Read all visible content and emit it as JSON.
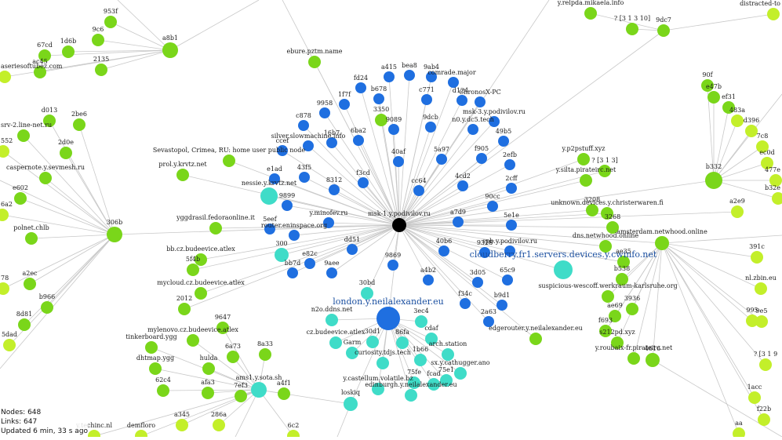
{
  "colors": {
    "edge": "#c8c8c8",
    "root": "#000000",
    "blue": "#1f6fe0",
    "teal": "#3fdcc8",
    "lime": "#7ad61a",
    "lime_light": "#c3ef2a",
    "label": "#1a1a1a"
  },
  "stats": {
    "nodes": "Nodes: 648",
    "links": "Links: 647",
    "updated": "Updated 6 min, 33 s ago"
  },
  "graph": {
    "nodes": [
      {
        "id": "root",
        "label": "msk-1.y.podivilov.ru",
        "c": "root"
      },
      {
        "id": "b1",
        "label": "a415",
        "c": "blue"
      },
      {
        "id": "b2",
        "label": "bea8",
        "c": "blue"
      },
      {
        "id": "b3",
        "label": "9ab4",
        "c": "blue"
      },
      {
        "id": "b4",
        "label": "comrade.major",
        "c": "blue"
      },
      {
        "id": "b5",
        "label": "fd24",
        "c": "blue"
      },
      {
        "id": "b6",
        "label": "b678",
        "c": "blue"
      },
      {
        "id": "b7",
        "label": "c771",
        "c": "blue"
      },
      {
        "id": "b8",
        "label": "d124",
        "c": "blue"
      },
      {
        "id": "b9",
        "label": "ChronosX-PC",
        "c": "blue"
      },
      {
        "id": "b10",
        "label": "1f7f",
        "c": "blue"
      },
      {
        "id": "b11",
        "label": "9958",
        "c": "blue"
      },
      {
        "id": "b12",
        "label": "c878",
        "c": "blue"
      },
      {
        "id": "b13",
        "label": "9089",
        "c": "blue"
      },
      {
        "id": "b14",
        "label": "9dcb",
        "c": "blue"
      },
      {
        "id": "b15",
        "label": "msk-3.y.podivilov.ru",
        "c": "blue"
      },
      {
        "id": "b16",
        "label": "n0.y.dc5.tech",
        "c": "blue"
      },
      {
        "id": "b17",
        "label": "16b7",
        "c": "blue"
      },
      {
        "id": "b18",
        "label": "6ba2",
        "c": "blue"
      },
      {
        "id": "b19",
        "label": "49b5",
        "c": "blue"
      },
      {
        "id": "b20",
        "label": "silver.slowmachine.info",
        "c": "blue"
      },
      {
        "id": "b21",
        "label": "ccef",
        "c": "blue"
      },
      {
        "id": "b22",
        "label": "40af",
        "c": "blue"
      },
      {
        "id": "b23",
        "label": "5a97",
        "c": "blue"
      },
      {
        "id": "b24",
        "label": "f905",
        "c": "blue"
      },
      {
        "id": "b25",
        "label": "2efb",
        "c": "blue"
      },
      {
        "id": "b26",
        "label": "43f5",
        "c": "blue"
      },
      {
        "id": "b27",
        "label": "e1ad",
        "c": "blue"
      },
      {
        "id": "b28",
        "label": "f3cd",
        "c": "blue"
      },
      {
        "id": "b29",
        "label": "4cd2",
        "c": "blue"
      },
      {
        "id": "b30",
        "label": "2cff",
        "c": "blue"
      },
      {
        "id": "b31",
        "label": "8312",
        "c": "blue"
      },
      {
        "id": "b32",
        "label": "cc64",
        "c": "blue"
      },
      {
        "id": "b33",
        "label": "90cc",
        "c": "blue"
      },
      {
        "id": "b34",
        "label": "9899",
        "c": "blue"
      },
      {
        "id": "b35",
        "label": "y.minofev.ru",
        "c": "blue"
      },
      {
        "id": "b36",
        "label": "a7d9",
        "c": "blue"
      },
      {
        "id": "b37",
        "label": "5e1e",
        "c": "blue"
      },
      {
        "id": "b38",
        "label": "5eef",
        "c": "blue"
      },
      {
        "id": "b39",
        "label": "router.eninspace.org",
        "c": "blue"
      },
      {
        "id": "b40",
        "label": "dd51",
        "c": "blue"
      },
      {
        "id": "b41",
        "label": "40b6",
        "c": "blue"
      },
      {
        "id": "b42",
        "label": "9328",
        "c": "blue"
      },
      {
        "id": "b43",
        "label": "spb.y.podivilov.ru",
        "c": "blue"
      },
      {
        "id": "b44",
        "label": "e82c",
        "c": "blue"
      },
      {
        "id": "b45",
        "label": "9869",
        "c": "blue"
      },
      {
        "id": "b46",
        "label": "bb7d",
        "c": "blue"
      },
      {
        "id": "b47",
        "label": "9aee",
        "c": "blue"
      },
      {
        "id": "b48",
        "label": "a4b2",
        "c": "blue"
      },
      {
        "id": "b49",
        "label": "3d05",
        "c": "blue"
      },
      {
        "id": "b50",
        "label": "65c9",
        "c": "blue"
      },
      {
        "id": "b51",
        "label": "f34c",
        "c": "blue"
      },
      {
        "id": "b52",
        "label": "b9d1",
        "c": "blue"
      },
      {
        "id": "b53",
        "label": "2a63",
        "c": "blue"
      },
      {
        "id": "b54",
        "label": "london.y.neilalexander.eu",
        "c": "blue"
      },
      {
        "id": "t1",
        "label": "nessie.y.krvtz.net",
        "c": "teal"
      },
      {
        "id": "t2",
        "label": "300",
        "c": "teal"
      },
      {
        "id": "t3",
        "label": "cloudberry.fr1.servers.devices.y.cwinfo.net",
        "c": "teal"
      },
      {
        "id": "t4",
        "label": "30bd",
        "c": "teal"
      },
      {
        "id": "t5",
        "label": "n2o.ddns.net",
        "c": "teal"
      },
      {
        "id": "t6",
        "label": "3ec4",
        "c": "teal"
      },
      {
        "id": "t7",
        "label": "cz.budeevice.atlex",
        "c": "teal"
      },
      {
        "id": "t8",
        "label": "30d1",
        "c": "teal"
      },
      {
        "id": "t9",
        "label": "86fa",
        "c": "teal"
      },
      {
        "id": "t10",
        "label": "cdaf",
        "c": "teal"
      },
      {
        "id": "t11",
        "label": "Garm",
        "c": "teal"
      },
      {
        "id": "t12",
        "label": "curiosity.tdjs.tech",
        "c": "teal"
      },
      {
        "id": "t13",
        "label": "1b66",
        "c": "teal"
      },
      {
        "id": "t14",
        "label": "arch.station",
        "c": "teal"
      },
      {
        "id": "t15",
        "label": "sx.y.cathugger.ano",
        "c": "teal"
      },
      {
        "id": "t16",
        "label": "75fe",
        "c": "teal"
      },
      {
        "id": "t17",
        "label": "fcad",
        "c": "teal"
      },
      {
        "id": "t18",
        "label": "75e1",
        "c": "teal"
      },
      {
        "id": "t19",
        "label": "y.castellum.volatile.bz",
        "c": "teal"
      },
      {
        "id": "t20",
        "label": "edinburgh.y.neilalexander.eu",
        "c": "teal"
      },
      {
        "id": "t21",
        "label": "loskiq",
        "c": "teal"
      },
      {
        "id": "t22",
        "label": "ams1.y.sota.sh",
        "c": "teal"
      },
      {
        "id": "g1",
        "label": "ebure.pztm.name",
        "c": "lime"
      },
      {
        "id": "g2",
        "label": "3350",
        "c": "lime"
      },
      {
        "id": "g3",
        "label": "a8b1",
        "c": "lime"
      },
      {
        "id": "g4",
        "label": "2135",
        "c": "lime"
      },
      {
        "id": "g5",
        "label": "ac45",
        "c": "lime"
      },
      {
        "id": "g6",
        "label": "67cd",
        "c": "lime"
      },
      {
        "id": "g7",
        "label": "1d6b",
        "c": "lime"
      },
      {
        "id": "g8",
        "label": "9c6",
        "c": "lime"
      },
      {
        "id": "g9",
        "label": "953f",
        "c": "lime"
      },
      {
        "id": "g10",
        "label": "aseriesoftubez.com",
        "c": "lime"
      },
      {
        "id": "g11",
        "label": "d013",
        "c": "lime"
      },
      {
        "id": "g12",
        "label": "2be6",
        "c": "lime"
      },
      {
        "id": "g13",
        "label": "srv-2.line-net.ru",
        "c": "lime"
      },
      {
        "id": "g14",
        "label": "552",
        "c": "lime"
      },
      {
        "id": "g15",
        "label": "2d0e",
        "c": "lime"
      },
      {
        "id": "g16",
        "label": "caspernote.y.sevmesh.ru",
        "c": "lime"
      },
      {
        "id": "g17",
        "label": "e602",
        "c": "lime"
      },
      {
        "id": "g18",
        "label": "6a2",
        "c": "lime"
      },
      {
        "id": "g19",
        "label": "polnet.chlb",
        "c": "lime"
      },
      {
        "id": "g20",
        "label": "306b",
        "c": "lime"
      },
      {
        "id": "g21",
        "label": "Sevastopol, Crimea, RU: home user public node",
        "c": "lime"
      },
      {
        "id": "g22",
        "label": "prol.y.krvtz.net",
        "c": "lime"
      },
      {
        "id": "g23",
        "label": "yggdrasil.fedoraonline.it",
        "c": "lime"
      },
      {
        "id": "g24",
        "label": "bb.cz.budeevice.atlex",
        "c": "lime"
      },
      {
        "id": "g25",
        "label": "5f4b",
        "c": "lime"
      },
      {
        "id": "g26",
        "label": "mycloud.cz.budeevice.atlex",
        "c": "lime"
      },
      {
        "id": "g27",
        "label": "2012",
        "c": "lime"
      },
      {
        "id": "g28",
        "label": "a2ec",
        "c": "lime"
      },
      {
        "id": "g29",
        "label": "78",
        "c": "lime"
      },
      {
        "id": "g30",
        "label": "b966",
        "c": "lime"
      },
      {
        "id": "g31",
        "label": "8d81",
        "c": "lime"
      },
      {
        "id": "g32",
        "label": "5dad",
        "c": "lime"
      },
      {
        "id": "g33",
        "label": "9647",
        "c": "lime"
      },
      {
        "id": "g34",
        "label": "mylenovo.cz.budeevice.atlex",
        "c": "lime"
      },
      {
        "id": "g35",
        "label": "tinkerboard.ygg",
        "c": "lime"
      },
      {
        "id": "g36",
        "label": "6a73",
        "c": "lime"
      },
      {
        "id": "g37",
        "label": "8a33",
        "c": "lime"
      },
      {
        "id": "g38",
        "label": "dhtmap.ygg",
        "c": "lime"
      },
      {
        "id": "g39",
        "label": "hulda",
        "c": "lime"
      },
      {
        "id": "g40",
        "label": "62c4",
        "c": "lime"
      },
      {
        "id": "g41",
        "label": "afa3",
        "c": "lime"
      },
      {
        "id": "g42",
        "label": "7ef3",
        "c": "lime"
      },
      {
        "id": "g43",
        "label": "a4f1",
        "c": "lime"
      },
      {
        "id": "g44",
        "label": "a345",
        "c": "lime"
      },
      {
        "id": "g45",
        "label": "286a",
        "c": "lime"
      },
      {
        "id": "g46",
        "label": "y.techinc.nl",
        "c": "lime"
      },
      {
        "id": "g47",
        "label": "demfloro",
        "c": "lime"
      },
      {
        "id": "g48",
        "label": "6c2",
        "c": "lime"
      },
      {
        "id": "g49",
        "label": "y.relpda.mikaela.info",
        "c": "lime"
      },
      {
        "id": "g50",
        "label": "? [3 1 3 10]",
        "c": "lime"
      },
      {
        "id": "g51",
        "label": "9dc7",
        "c": "lime"
      },
      {
        "id": "g52",
        "label": "distracted-to",
        "c": "lime"
      },
      {
        "id": "g53",
        "label": "90f",
        "c": "lime"
      },
      {
        "id": "g54",
        "label": "e47b",
        "c": "lime"
      },
      {
        "id": "g55",
        "label": "ef31",
        "c": "lime"
      },
      {
        "id": "g56",
        "label": "483a",
        "c": "lime"
      },
      {
        "id": "g57",
        "label": "d396",
        "c": "lime"
      },
      {
        "id": "g58",
        "label": "7c8",
        "c": "lime"
      },
      {
        "id": "g59",
        "label": "ec0d",
        "c": "lime"
      },
      {
        "id": "g60",
        "label": "477e",
        "c": "lime"
      },
      {
        "id": "g61",
        "label": "b332",
        "c": "lime"
      },
      {
        "id": "g62",
        "label": "b32e",
        "c": "lime"
      },
      {
        "id": "g63",
        "label": "y.p2pstuff.xyz",
        "c": "lime"
      },
      {
        "id": "g64",
        "label": "y.silta.pirateirc.net",
        "c": "lime"
      },
      {
        "id": "g65",
        "label": "? [3 1 3]",
        "c": "lime"
      },
      {
        "id": "g66",
        "label": "3208",
        "c": "lime"
      },
      {
        "id": "g67",
        "label": "unknown.devices.y.christerwaren.fi",
        "c": "lime"
      },
      {
        "id": "g68",
        "label": "a2e9",
        "c": "lime"
      },
      {
        "id": "g69",
        "label": "3268",
        "c": "lime"
      },
      {
        "id": "g70",
        "label": "amsterdam.netwhood.online",
        "c": "lime"
      },
      {
        "id": "g71",
        "label": "dns.netwhood.online",
        "c": "lime"
      },
      {
        "id": "g72",
        "label": "ae35",
        "c": "lime"
      },
      {
        "id": "g73",
        "label": "391c",
        "c": "lime"
      },
      {
        "id": "g74",
        "label": "b538",
        "c": "lime"
      },
      {
        "id": "g75",
        "label": "suspicious-wescoff.werkraum-karlsruhe.org",
        "c": "lime"
      },
      {
        "id": "g76",
        "label": "nl.zbin.eu",
        "c": "lime"
      },
      {
        "id": "g77",
        "label": "3936",
        "c": "lime"
      },
      {
        "id": "g78",
        "label": "ae69",
        "c": "lime"
      },
      {
        "id": "g79",
        "label": "995",
        "c": "lime"
      },
      {
        "id": "g80",
        "label": "9e5",
        "c": "lime"
      },
      {
        "id": "g81",
        "label": "f693",
        "c": "lime"
      },
      {
        "id": "g82",
        "label": "s212pd.xyz",
        "c": "lime"
      },
      {
        "id": "g83",
        "label": "y.roubaix-fr.pirateirc.net",
        "c": "lime"
      },
      {
        "id": "g84",
        "label": "4616",
        "c": "lime"
      },
      {
        "id": "g85",
        "label": "? [3 1 9",
        "c": "lime"
      },
      {
        "id": "g86",
        "label": "1acc",
        "c": "lime"
      },
      {
        "id": "g87",
        "label": "f22b",
        "c": "lime"
      },
      {
        "id": "g88",
        "label": "aa",
        "c": "lime"
      },
      {
        "id": "g89",
        "label": "edgerouter.y.neilalexander.eu",
        "c": "lime"
      }
    ]
  }
}
